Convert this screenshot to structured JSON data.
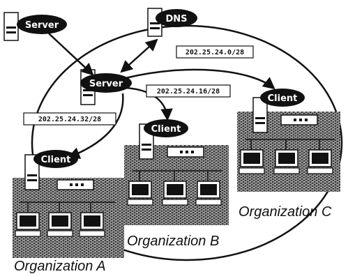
{
  "nodes": {
    "server_top": "Server",
    "dns": "DNS",
    "server_main": "Server",
    "client_a": "Client",
    "client_b": "Client",
    "client_c": "Client"
  },
  "subnets": {
    "c": "202.25.24.0/28",
    "b": "202.25.24.16/28",
    "a": "202.25.24.32/28"
  },
  "organizations": {
    "a": "Organization A",
    "b": "Organization B",
    "c": "Organization C"
  }
}
